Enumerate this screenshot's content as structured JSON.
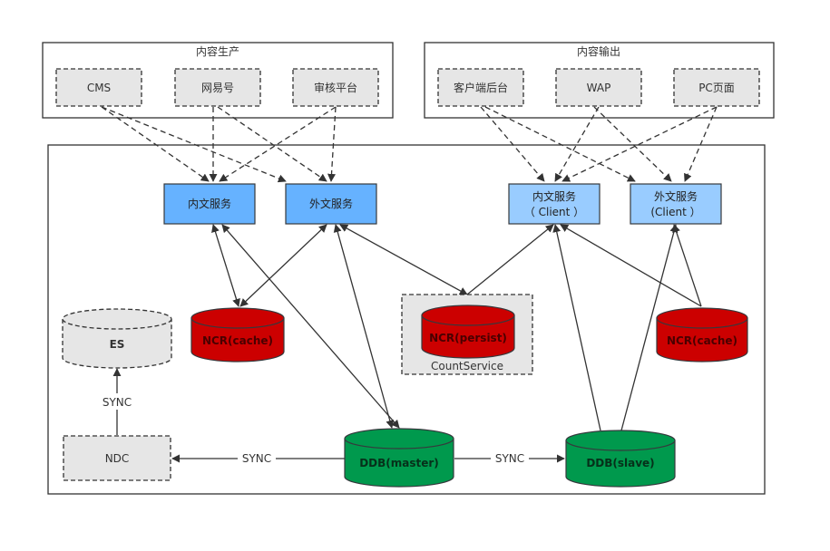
{
  "groups": {
    "production": {
      "title": "内容生产",
      "items": [
        "CMS",
        "网易号",
        "审核平台"
      ]
    },
    "output": {
      "title": "内容输出",
      "items": [
        "客户端后台",
        "WAP",
        "PC页面"
      ]
    }
  },
  "services": {
    "inner": "内文服务",
    "outer": "外文服务",
    "inner_client": [
      "内文服务",
      "（ Client ）"
    ],
    "outer_client": [
      "外文服务",
      "(Client ）"
    ]
  },
  "stores": {
    "es": "ES",
    "ncr_cache_left": "NCR(cache)",
    "ncr_persist": "NCR(persist)",
    "count_service": "CountService",
    "ncr_cache_right": "NCR(cache)",
    "ndc": "NDC",
    "ddb_master": "DDB(master)",
    "ddb_slave": "DDB(slave)"
  },
  "edge_labels": {
    "sync_ndc_es": "SYNC",
    "sync_master_ndc": "SYNC",
    "sync_master_slave": "SYNC"
  },
  "colors": {
    "service_dark": "#66b2ff",
    "service_light": "#99ccff",
    "cache_red": "#cc0000",
    "db_green": "#00994d",
    "gray_box": "#e6e6e6"
  }
}
